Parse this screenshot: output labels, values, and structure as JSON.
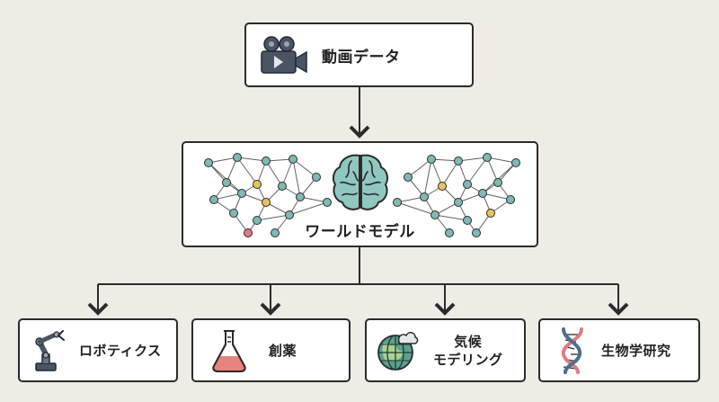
{
  "nodes": {
    "video": {
      "label": "動画データ",
      "icon": "video-camera-icon"
    },
    "world_model": {
      "label": "ワールドモデル",
      "icon": "brain-icon"
    },
    "applications": [
      {
        "id": "robotics",
        "lines": [
          "ロボティクス"
        ],
        "icon": "robot-arm-icon"
      },
      {
        "id": "drug",
        "lines": [
          "創薬"
        ],
        "icon": "flask-icon"
      },
      {
        "id": "climate",
        "lines": [
          "気候",
          "モデリング"
        ],
        "icon": "globe-cloud-icon"
      },
      {
        "id": "bio",
        "lines": [
          "生物学研究"
        ],
        "icon": "dna-icon"
      }
    ]
  },
  "colors": {
    "border": "#2b2b2b",
    "background": "#efece6",
    "network_node": "#7fb8b5",
    "network_accent_yellow": "#e8c45c",
    "network_accent_pink": "#e07a86",
    "brain": "#8fc8c0",
    "flask_liquid": "#e7837d",
    "globe": "#5f9f8e"
  }
}
